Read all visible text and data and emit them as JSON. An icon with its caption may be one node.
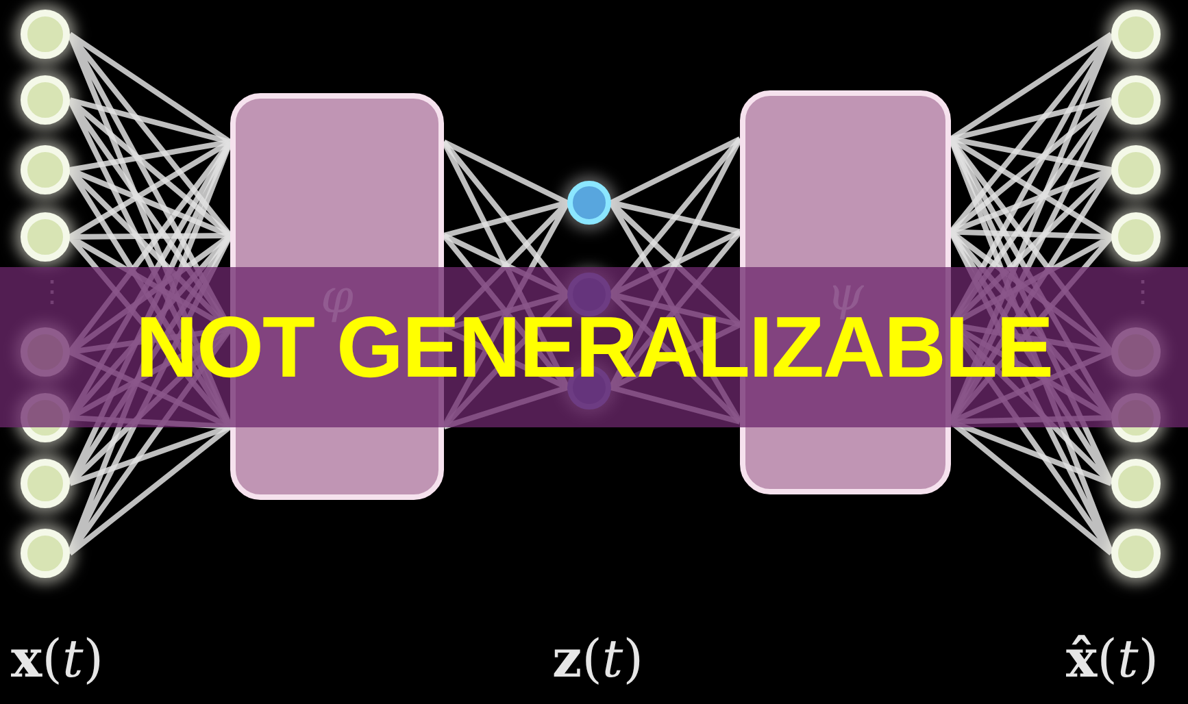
{
  "diagram": {
    "nodes": [
      {
        "text": [],
        "shape": "circle"
      },
      {
        "text": [],
        "shape": "circle"
      },
      {
        "text": [],
        "shape": "circle"
      },
      {
        "text": [],
        "shape": "circle"
      },
      {
        "text": [],
        "shape": "circle"
      },
      {
        "text": [],
        "shape": "circle"
      },
      {
        "text": [],
        "shape": "circle"
      },
      {
        "text": [],
        "shape": "circle"
      },
      {
        "text": [
          "φ"
        ]
      },
      {
        "text": [],
        "shape": "circle"
      },
      {
        "text": [],
        "shape": "circle"
      },
      {
        "text": [],
        "shape": "circle"
      },
      {
        "text": [
          "ψ"
        ]
      },
      {
        "text": [],
        "shape": "circle"
      },
      {
        "text": [],
        "shape": "circle"
      },
      {
        "text": [],
        "shape": "circle"
      },
      {
        "text": [],
        "shape": "circle"
      },
      {
        "text": [],
        "shape": "circle"
      },
      {
        "text": [],
        "shape": "circle"
      },
      {
        "text": [],
        "shape": "circle"
      },
      {
        "text": [],
        "shape": "circle"
      }
    ],
    "edges": [
      {
        "from": 0,
        "to": 8,
        "arrow": "none"
      },
      {
        "from": 1,
        "to": 8,
        "arrow": "none"
      },
      {
        "from": 2,
        "to": 8,
        "arrow": "none"
      },
      {
        "from": 3,
        "to": 8,
        "arrow": "none"
      },
      {
        "from": 4,
        "to": 8,
        "arrow": "none"
      },
      {
        "from": 5,
        "to": 8,
        "arrow": "none"
      },
      {
        "from": 6,
        "to": 8,
        "arrow": "none"
      },
      {
        "from": 7,
        "to": 8,
        "arrow": "none"
      },
      {
        "from": 8,
        "to": 9,
        "arrow": "none"
      },
      {
        "from": 8,
        "to": 10,
        "arrow": "none"
      },
      {
        "from": 8,
        "to": 11,
        "arrow": "none"
      },
      {
        "from": 9,
        "to": 12,
        "arrow": "none"
      },
      {
        "from": 10,
        "to": 12,
        "arrow": "none"
      },
      {
        "from": 11,
        "to": 12,
        "arrow": "none"
      },
      {
        "from": 12,
        "to": 13,
        "arrow": "none"
      },
      {
        "from": 12,
        "to": 14,
        "arrow": "none"
      },
      {
        "from": 12,
        "to": 15,
        "arrow": "none"
      },
      {
        "from": 12,
        "to": 16,
        "arrow": "none"
      },
      {
        "from": 12,
        "to": 17,
        "arrow": "none"
      },
      {
        "from": 12,
        "to": 18,
        "arrow": "none"
      },
      {
        "from": 12,
        "to": 19,
        "arrow": "none"
      },
      {
        "from": 12,
        "to": 20,
        "arrow": "none"
      }
    ],
    "labels": [
      "⋮",
      "⋮",
      "NOT GENERALIZABLE",
      "**x**(*t*)",
      "**z**(*t*)",
      "**x̂**(*t*)"
    ]
  }
}
